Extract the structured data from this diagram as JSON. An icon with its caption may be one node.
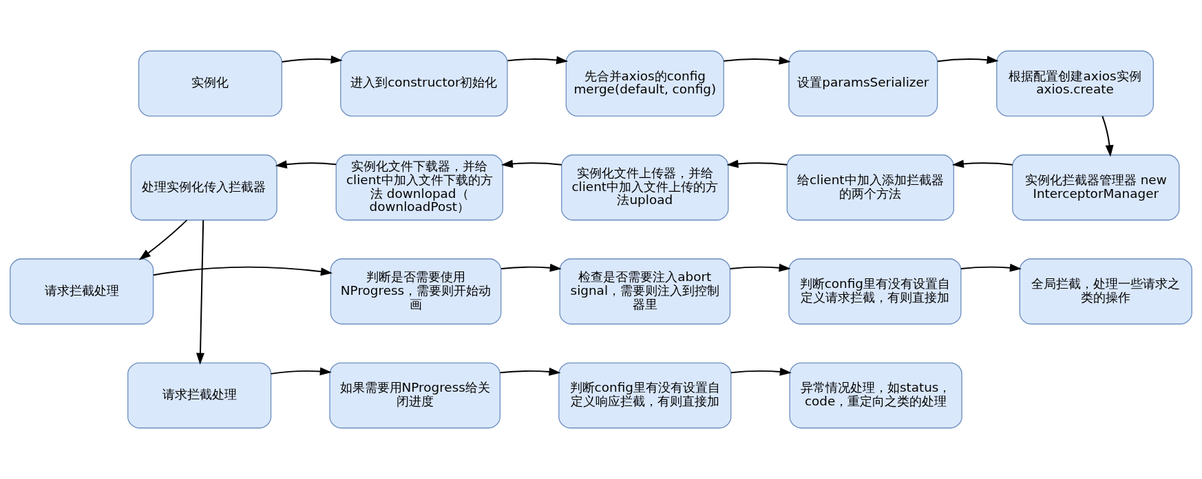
{
  "diagram": {
    "nodes": [
      {
        "text": [
          "实例化"
        ]
      },
      {
        "text": [
          "进入到constructor初始化"
        ]
      },
      {
        "text": [
          "先合并axios的config merge(default, config)"
        ]
      },
      {
        "text": [
          "设置paramsSerializer"
        ]
      },
      {
        "text": [
          "根据配置创建axios实例 axios.create"
        ]
      },
      {
        "text": [
          "实例化拦截器管理器 new InterceptorManager"
        ]
      },
      {
        "text": [
          "给client中加入添加拦截器的两个方法"
        ]
      },
      {
        "text": [
          "实例化文件上传器，并给client中加入文件上传的方法upload"
        ]
      },
      {
        "text": [
          "实例化文件下载器，并给client中加入文件下载的方法 downlopad（downloadPost）"
        ]
      },
      {
        "text": [
          "处理实例化传入拦截器"
        ]
      },
      {
        "text": [
          "请求拦截处理"
        ]
      },
      {
        "text": [
          "判断是否需要使用NProgress，需要则开始动画"
        ]
      },
      {
        "text": [
          "检查是否需要注入abort signal，需要则注入到控制器里"
        ]
      },
      {
        "text": [
          "判断config里有没有设置自定义请求拦截，有则直接加"
        ]
      },
      {
        "text": [
          "全局拦截，处理一些请求之类的操作"
        ]
      },
      {
        "text": [
          "请求拦截处理"
        ]
      },
      {
        "text": [
          "如果需要用NProgress给关闭进度"
        ]
      },
      {
        "text": [
          "判断config里有没有设置自定义响应拦截，有则直接加"
        ]
      },
      {
        "text": [
          "异常情况处理，如status，code，重定向之类的处理"
        ]
      }
    ],
    "edges": [
      {
        "from": 0,
        "to": 1,
        "arrow": "to"
      },
      {
        "from": 1,
        "to": 2,
        "arrow": "to"
      },
      {
        "from": 2,
        "to": 3,
        "arrow": "to"
      },
      {
        "from": 3,
        "to": 4,
        "arrow": "to"
      },
      {
        "from": 4,
        "to": 5,
        "arrow": "to"
      },
      {
        "from": 5,
        "to": 6,
        "arrow": "to"
      },
      {
        "from": 6,
        "to": 7,
        "arrow": "to"
      },
      {
        "from": 7,
        "to": 8,
        "arrow": "to"
      },
      {
        "from": 8,
        "to": 9,
        "arrow": "to"
      },
      {
        "from": 9,
        "to": 10,
        "arrow": "to"
      },
      {
        "from": 10,
        "to": 11,
        "arrow": "to"
      },
      {
        "from": 11,
        "to": 12,
        "arrow": "to"
      },
      {
        "from": 12,
        "to": 13,
        "arrow": "to"
      },
      {
        "from": 13,
        "to": 14,
        "arrow": "to"
      },
      {
        "from": 9,
        "to": 15,
        "arrow": "to"
      },
      {
        "from": 15,
        "to": 16,
        "arrow": "to"
      },
      {
        "from": 16,
        "to": 17,
        "arrow": "to"
      },
      {
        "from": 17,
        "to": 18,
        "arrow": "to"
      }
    ]
  }
}
